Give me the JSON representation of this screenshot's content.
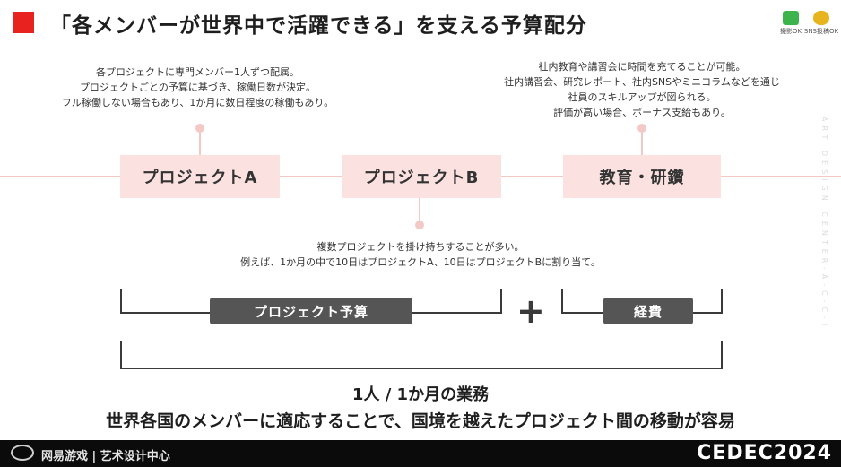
{
  "header": {
    "title": "「各メンバーが世界中で活躍できる」を支える予算配分",
    "badges": [
      {
        "label": "撮影OK",
        "icon": "camera-icon",
        "color": "#3cb44b"
      },
      {
        "label": "SNS投稿OK",
        "icon": "chat-icon",
        "color": "#e8b41e"
      }
    ]
  },
  "notes": {
    "project_a": [
      "各プロジェクトに専門メンバー1人ずつ配属。",
      "プロジェクトごとの予算に基づき、稼働日数が決定。",
      "フル稼働しない場合もあり、1か月に数日程度の稼働もあり。"
    ],
    "education": [
      "社内教育や講習会に時間を充てることが可能。",
      "社内講習会、研究レポート、社内SNSやミニコラムなどを通じ",
      "社員のスキルアップが図られる。",
      "評価が高い場合、ボーナス支給もあり。"
    ],
    "project_b": [
      "複数プロジェクトを掛け持ちすることが多い。",
      "例えば、1か月の中で10日はプロジェクトA、10日はプロジェクトBに割り当て。"
    ]
  },
  "boxes": {
    "project_a": "プロジェクトA",
    "project_b": "プロジェクトB",
    "education": "教育・研鑽"
  },
  "budget": {
    "project_budget": "プロジェクト予算",
    "plus": "+",
    "expenses": "経費"
  },
  "summary": {
    "line1": "1人 / 1か月の業務",
    "line2": "世界各国のメンバーに適応することで、国境を越えたプロジェクト間の移動が容易"
  },
  "footer": {
    "left_logo": "网易游戏 | 艺术设计中心",
    "right_logo": "CEDEC2024"
  },
  "watermark": "ART DESIGN CENTER-A-C-C-I"
}
